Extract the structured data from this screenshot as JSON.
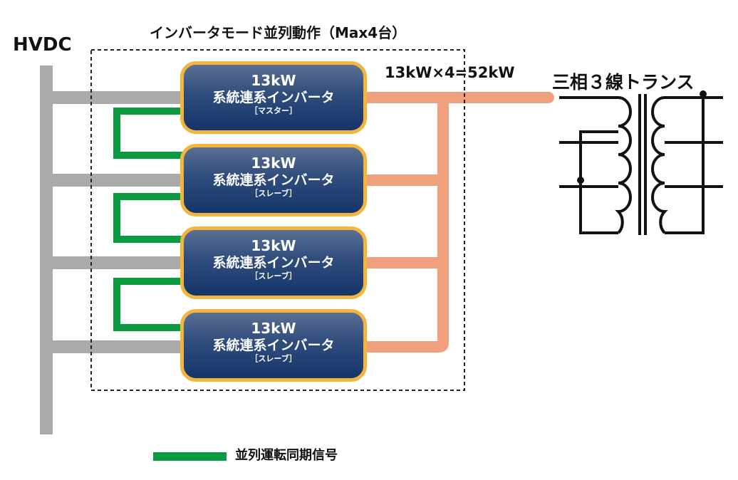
{
  "hvdc_label": "HVDC",
  "frame_label": "インバータモード並列動作（Max4台）",
  "total_label": "13kW×4=52kW",
  "transformer_label": "三相３線トランス",
  "legend": {
    "label": "並列運転同期信号",
    "color": "#0a9a40"
  },
  "colors": {
    "dc_bus": "#aaaaaa",
    "ac_bus": "#f0a07c",
    "sync": "#0a9a40",
    "inverter_border": "#f2b53d"
  },
  "inverters": [
    {
      "power": "13kW",
      "name": "系統連系インバータ",
      "role": "［マスター］"
    },
    {
      "power": "13kW",
      "name": "系統連系インバータ",
      "role": "［スレーブ］"
    },
    {
      "power": "13kW",
      "name": "系統連系インバータ",
      "role": "［スレーブ］"
    },
    {
      "power": "13kW",
      "name": "系統連系インバータ",
      "role": "［スレーブ］"
    }
  ]
}
